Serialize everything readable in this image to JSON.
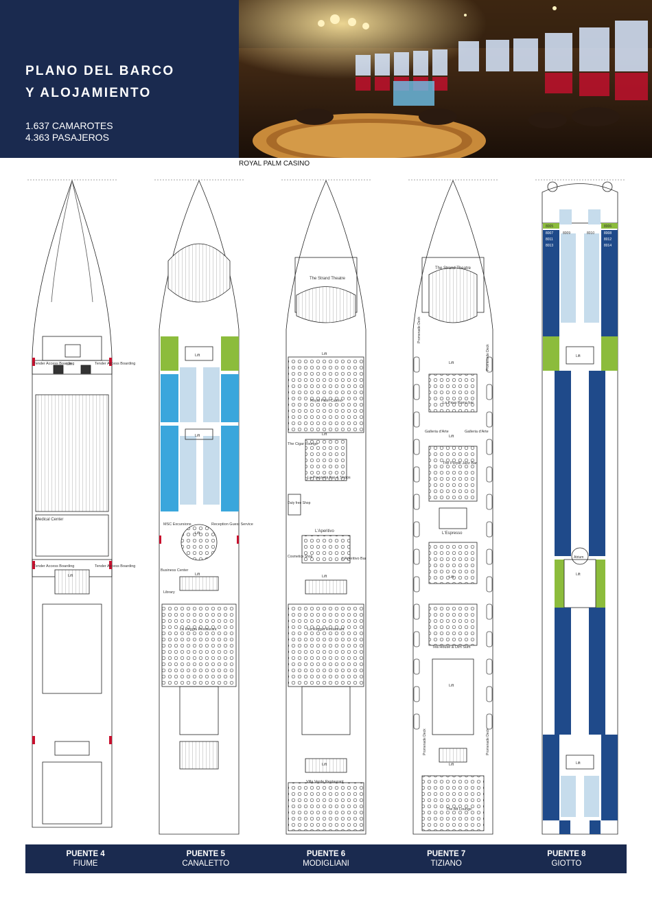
{
  "header": {
    "title_line1": "PLANO DEL BARCO",
    "title_line2": "Y ALOJAMIENTO",
    "cabins": "1.637 CAMAROTES",
    "passengers": "4.363 PASAJEROS"
  },
  "photo": {
    "caption": "ROYAL PALM CASINO"
  },
  "decks": [
    {
      "number": "PUENTE 4",
      "name": "FIUME",
      "labels": [
        "Tender Access Boarding",
        "Tender Access Boarding",
        "Lift",
        "Medical Center",
        "Tender Access Boarding",
        "Tender Access Boarding",
        "Lift"
      ]
    },
    {
      "number": "PUENTE 5",
      "name": "CANALETTO",
      "labels": [
        "Lift",
        "Lift",
        "MSC Excursions",
        "Reception Guest Service",
        "Lift",
        "Business Center",
        "Library",
        "Lift",
        "La Reggia Restaurant"
      ]
    },
    {
      "number": "PUENTE 6",
      "name": "MODIGLIANI",
      "labels": [
        "The Strand Theatre",
        "Lift",
        "Royal Palm Casino",
        "The Cigar Lounge",
        "Lift",
        "La Piazzetta Bar & Shops",
        "Duty free Shop",
        "L'Aperitivo",
        "L'Aperitivo Bar",
        "Cosmetics Shop",
        "Lift",
        "La Reggia Restaurant",
        "Lift",
        "Villa Verde Restaurant"
      ]
    },
    {
      "number": "PUENTE 7",
      "name": "TIZIANO",
      "labels": [
        "The Strand Theatre",
        "Promenade Deck",
        "Promenade Deck",
        "Lift",
        "La Pava Piano bar",
        "Galleria d'Arte",
        "Lift",
        "Galleria d'Arte",
        "The Purple Jazz Bar",
        "L'Espresso",
        "Lift",
        "Tea House & Dim Sum",
        "Lift",
        "Promenade Deck",
        "Promenade Deck",
        "Lift",
        "The Aft Lounge"
      ]
    },
    {
      "number": "PUENTE 8",
      "name": "GIOTTO",
      "labels": [
        "8005",
        "8009",
        "8010",
        "8006",
        "8007",
        "8008",
        "8011",
        "8012",
        "8013",
        "8014",
        "Lift",
        "Atrium",
        "Lift",
        "Lift"
      ]
    }
  ],
  "colors": {
    "navy": "#1a2a4f",
    "green": "#8cbc3c",
    "cyan": "#3aa6dc",
    "blue": "#1f4a8a",
    "light": "#c6dcec"
  }
}
